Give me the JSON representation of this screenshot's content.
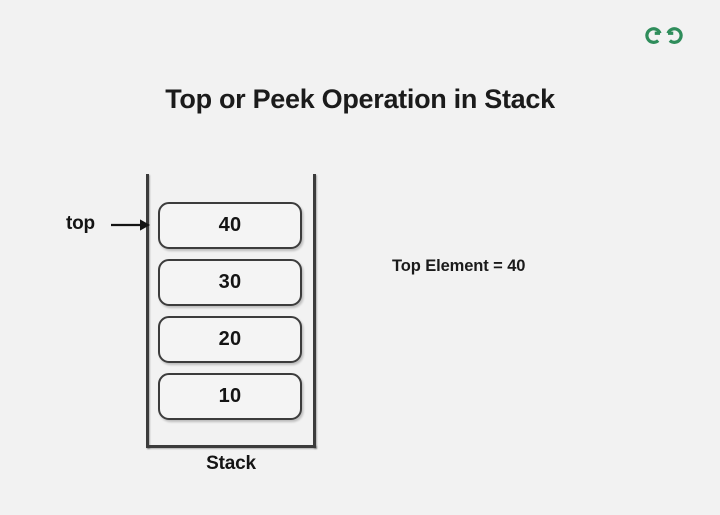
{
  "page": {
    "background_color": "#f2f2f2",
    "title": "Top or Peek Operation in Stack"
  },
  "logo": {
    "name": "geeksforgeeks-logo",
    "color": "#2f8d5b"
  },
  "diagram": {
    "pointer": {
      "label": "top",
      "arrow_glyph": "→",
      "points_to_index": 0
    },
    "stack": {
      "caption": "Stack",
      "border_color": "#3c3c3c",
      "elements": [
        {
          "value": "40"
        },
        {
          "value": "30"
        },
        {
          "value": "20"
        },
        {
          "value": "10"
        }
      ]
    },
    "annotation": {
      "text": "Top Element = 40"
    }
  }
}
